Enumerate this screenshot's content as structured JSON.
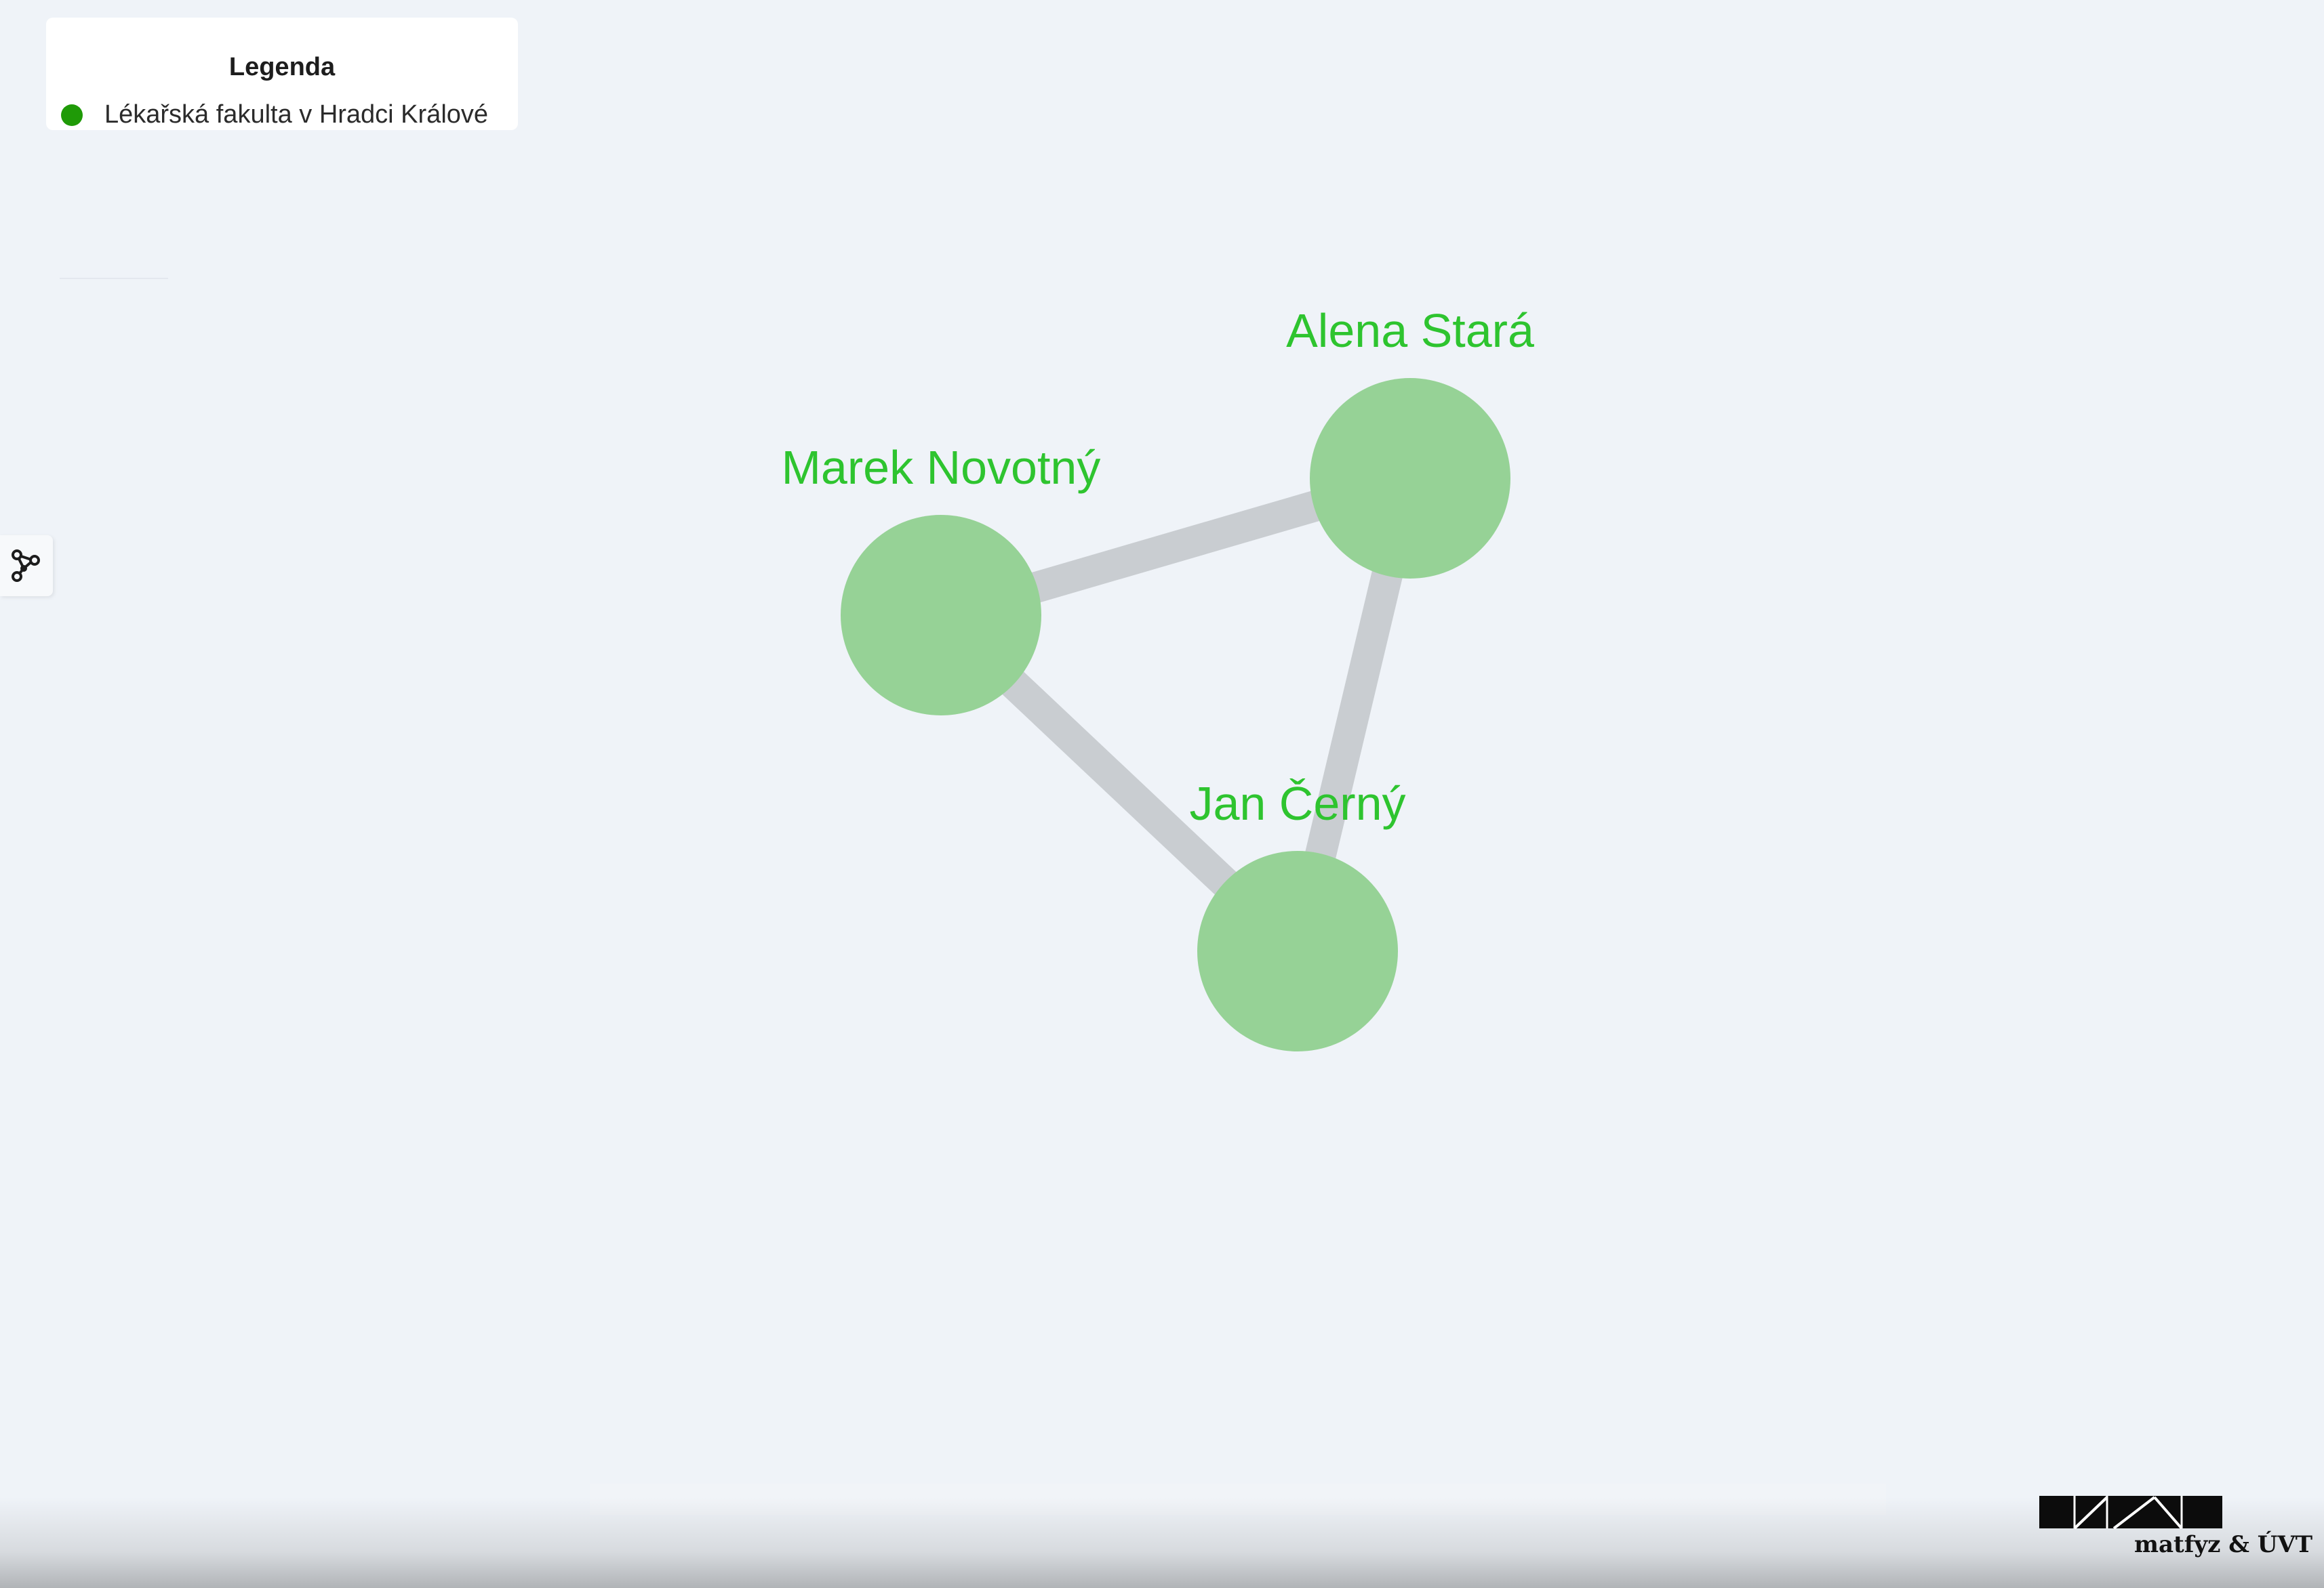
{
  "legend": {
    "title": "Legenda",
    "items": [
      {
        "label": "Lékařská fakulta v Hradci Králové",
        "color": "#1f9a07"
      }
    ]
  },
  "graph": {
    "node_color": "#96d296",
    "label_color": "#2ec42f",
    "edge_color": "#c9cdd1",
    "nodes": [
      {
        "id": "alena",
        "label": "Alena Stará"
      },
      {
        "id": "marek",
        "label": "Marek Novotný"
      },
      {
        "id": "jan",
        "label": "Jan Černý"
      }
    ],
    "edges": [
      {
        "source": "marek",
        "target": "alena"
      },
      {
        "source": "alena",
        "target": "jan"
      },
      {
        "source": "marek",
        "target": "jan"
      }
    ]
  },
  "toolbar": {
    "graph_icon": "graph-network-icon"
  },
  "branding": {
    "logo_text": "matfyz & ÚVT"
  }
}
